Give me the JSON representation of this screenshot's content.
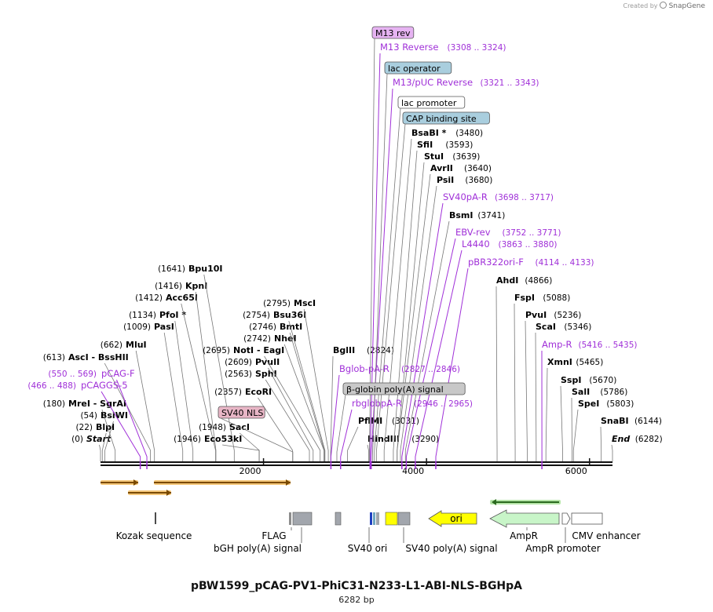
{
  "brand": {
    "created_by": "Created by",
    "name": "SnapGene"
  },
  "map": {
    "title": "pBW1599_pCAG-PV1-PhiC31-N233-L1-ABI-NLS-BGHpA",
    "length_label": "6282 bp",
    "total_bp": 6282,
    "ticks": [
      {
        "label": "2000",
        "pos": 2000
      },
      {
        "label": "4000",
        "pos": 4000
      },
      {
        "label": "6000",
        "pos": 6000
      }
    ]
  },
  "colors": {
    "enzyme": "#000000",
    "primer": "#a030d8",
    "feature_line": "#9b5de5"
  },
  "enzymes": [
    {
      "name": "Start",
      "pos": "(0)",
      "site": 0,
      "italic": true
    },
    {
      "name": "BlpI",
      "pos": "(22)",
      "site": 22
    },
    {
      "name": "BsiWI",
      "pos": "(54)",
      "site": 54
    },
    {
      "name": "MreI  - SgrAI",
      "pos": "(180)",
      "site": 180
    },
    {
      "name": "AscI  - BssHII",
      "pos": "(613)",
      "site": 613
    },
    {
      "name": "MluI",
      "pos": "(662)",
      "site": 662
    },
    {
      "name": "PasI",
      "pos": "(1009)",
      "site": 1009
    },
    {
      "name": "PfoI *",
      "pos": "(1134)",
      "site": 1134
    },
    {
      "name": "Acc65I",
      "pos": "(1412)",
      "site": 1412
    },
    {
      "name": "KpnI",
      "pos": "(1416)",
      "site": 1416
    },
    {
      "name": "Bpu10I",
      "pos": "(1641)",
      "site": 1641
    },
    {
      "name": "Eco53kI",
      "pos": "(1946)",
      "site": 1946
    },
    {
      "name": "SacI",
      "pos": "(1948)",
      "site": 1948
    },
    {
      "name": "EcoRI",
      "pos": "(2357)",
      "site": 2357
    },
    {
      "name": "SphI",
      "pos": "(2563)",
      "site": 2563
    },
    {
      "name": "PvuII",
      "pos": "(2609)",
      "site": 2609
    },
    {
      "name": "NotI  - EagI",
      "pos": "(2695)",
      "site": 2695
    },
    {
      "name": "NheI",
      "pos": "(2742)",
      "site": 2742
    },
    {
      "name": "BmtI",
      "pos": "(2746)",
      "site": 2746
    },
    {
      "name": "Bsu36I",
      "pos": "(2754)",
      "site": 2754
    },
    {
      "name": "MscI",
      "pos": "(2795)",
      "site": 2795
    },
    {
      "name": "BglII",
      "pos": "(2824)",
      "site": 2824
    },
    {
      "name": "PflMI",
      "pos": "(3031)",
      "site": 3031
    },
    {
      "name": "HindIII",
      "pos": "(3290)",
      "site": 3290
    },
    {
      "name": "BsaBI *",
      "pos": "(3480)",
      "site": 3480
    },
    {
      "name": "SfiI",
      "pos": "(3593)",
      "site": 3593
    },
    {
      "name": "StuI",
      "pos": "(3639)",
      "site": 3639
    },
    {
      "name": "AvrII",
      "pos": "(3640)",
      "site": 3640
    },
    {
      "name": "PsiI",
      "pos": "(3680)",
      "site": 3680
    },
    {
      "name": "BsmI",
      "pos": "(3741)",
      "site": 3741
    },
    {
      "name": "AhdI",
      "pos": "(4866)",
      "site": 4866
    },
    {
      "name": "FspI",
      "pos": "(5088)",
      "site": 5088
    },
    {
      "name": "PvuI",
      "pos": "(5236)",
      "site": 5236
    },
    {
      "name": "ScaI",
      "pos": "(5346)",
      "site": 5346
    },
    {
      "name": "XmnI",
      "pos": "(5465)",
      "site": 5465
    },
    {
      "name": "SspI",
      "pos": "(5670)",
      "site": 5670
    },
    {
      "name": "SalI",
      "pos": "(5786)",
      "site": 5786
    },
    {
      "name": "SpeI",
      "pos": "(5803)",
      "site": 5803
    },
    {
      "name": "SnaBI",
      "pos": "(6144)",
      "site": 6144
    },
    {
      "name": "End",
      "pos": "(6282)",
      "site": 6282,
      "italic": true
    }
  ],
  "primers": [
    {
      "name": "pCAGGS-5",
      "pos": "(466 .. 488)",
      "site": 488
    },
    {
      "name": "pCAG-F",
      "pos": "(550 .. 569)",
      "site": 569
    },
    {
      "name": "Bglob-pA-R",
      "pos": "(2827 .. 2846)",
      "site": 2827
    },
    {
      "name": "rbglobpA-R",
      "pos": "(2946 .. 2965)",
      "site": 2946
    },
    {
      "name": "M13 Reverse",
      "pos": "(3308 .. 3324)",
      "site": 3308
    },
    {
      "name": "M13/pUC Reverse",
      "pos": "(3321 .. 3343)",
      "site": 3321
    },
    {
      "name": "SV40pA-R",
      "pos": "(3698 .. 3717)",
      "site": 3698
    },
    {
      "name": "EBV-rev",
      "pos": "(3752 .. 3771)",
      "site": 3752
    },
    {
      "name": "L4440",
      "pos": "(3863 .. 3880)",
      "site": 3863
    },
    {
      "name": "pBR322ori-F",
      "pos": "(4114 .. 4133)",
      "site": 4114
    },
    {
      "name": "Amp-R",
      "pos": "(5416 .. 5435)",
      "site": 5416
    }
  ],
  "boxed_features": [
    {
      "name": "M13 rev",
      "fill": "#e6b3f2",
      "site": 3300
    },
    {
      "name": "lac operator",
      "fill": "#a9cede",
      "site": 3340
    },
    {
      "name": "lac promoter",
      "fill": "#ffffff",
      "site": 3360
    },
    {
      "name": "CAP binding site",
      "fill": "#a9cede",
      "site": 3385
    },
    {
      "name": "β-globin poly(A) signal",
      "fill": "#c8c8c8",
      "site": 2900
    },
    {
      "name": "SV40 NLS",
      "fill": "#e8b6c6",
      "site": 2360
    }
  ],
  "feature_labels": [
    {
      "name": "Kozak sequence"
    },
    {
      "name": "FLAG"
    },
    {
      "name": "bGH poly(A) signal"
    },
    {
      "name": "SV40 ori"
    },
    {
      "name": "SV40 poly(A) signal"
    },
    {
      "name": "ori"
    },
    {
      "name": "AmpR"
    },
    {
      "name": "AmpR promoter"
    },
    {
      "name": "CMV enhancer"
    }
  ]
}
